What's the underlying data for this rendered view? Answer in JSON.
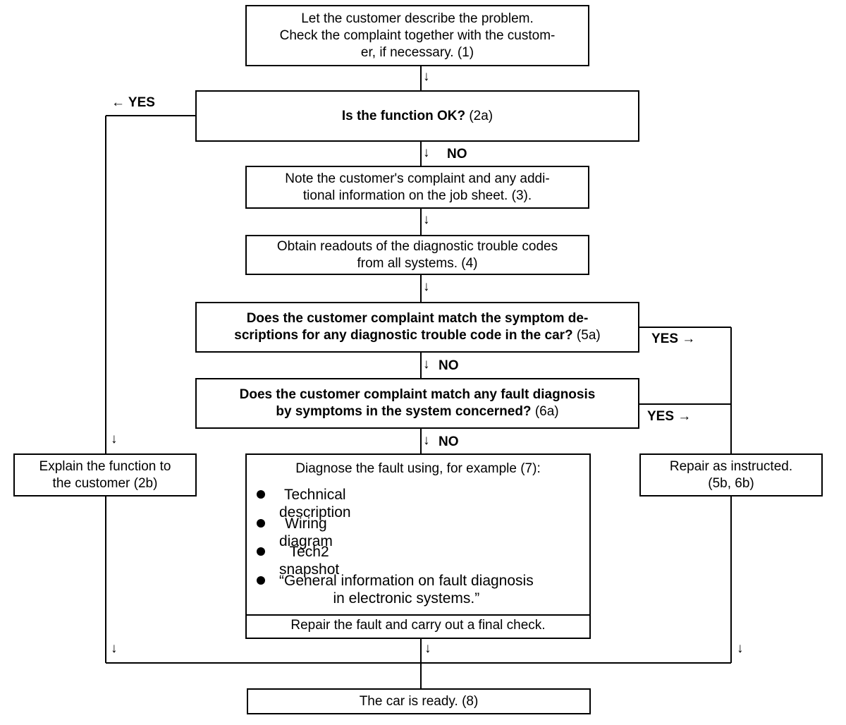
{
  "boxes": {
    "b1": "Let the customer describe the problem. Check the complaint together with the custom-er, if necessary. (1)",
    "b1_lines": [
      "Let the customer describe the problem.",
      "Check the complaint together with the custom-",
      "er, if necessary. (1)"
    ],
    "b2_bold": "Is the function OK?",
    "b2_tail": " (2a)",
    "b3_lines": [
      "Note the customer's complaint and any addi-",
      "tional information on the job sheet. (3)."
    ],
    "b4_lines": [
      "Obtain readouts of the diagnostic trouble codes",
      "from all systems. (4)"
    ],
    "b5_line1": "Does the customer complaint match the symptom de-",
    "b5_line2_bold": "scriptions for any diagnostic trouble code in the car?",
    "b5_line2_tail": " (5a)",
    "b6_line1": "Does the customer complaint match any fault diagnosis",
    "b6_line2_bold": "by symptoms in the system concerned?",
    "b6_line2_tail": " (6a)",
    "b7_intro": "Diagnose the fault using, for example (7):",
    "b7_items": [
      "Technical description",
      "Wiring diagram",
      "Tech2 snapshot",
      "“General information on fault diagnosis",
      "in electronic systems.”"
    ],
    "b7_repair": "Repair the fault and carry out a final check.",
    "b2b_lines": [
      "Explain the function to",
      "the customer (2b)"
    ],
    "b5b_lines": [
      "Repair as instructed.",
      "(5b, 6b)"
    ],
    "b8": "The car is ready. (8)"
  },
  "labels": {
    "yes_left": "← YES",
    "no": "NO",
    "yes_right": "YES →",
    "arrow": "↓"
  }
}
